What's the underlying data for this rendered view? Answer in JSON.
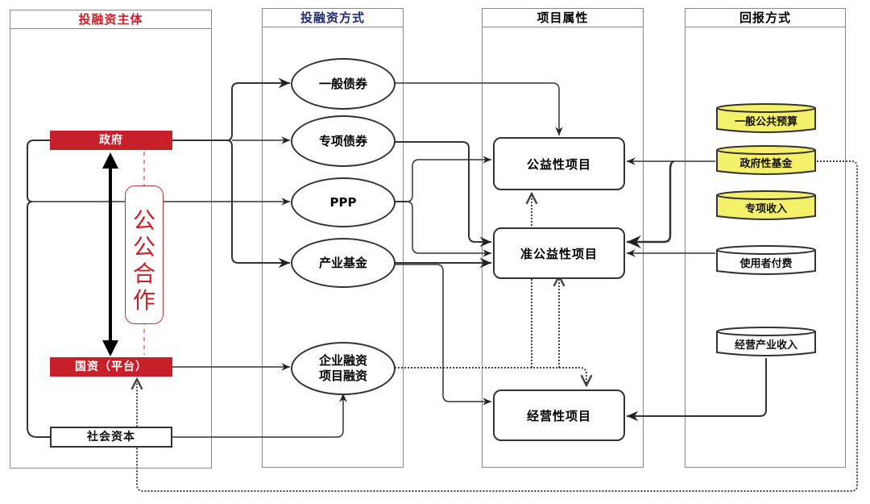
{
  "columns": {
    "subjects": {
      "title": "投融资主体",
      "color": "#c8202a"
    },
    "methods": {
      "title": "投融资方式",
      "color": "#1f2a78"
    },
    "attributes": {
      "title": "项目属性",
      "color": "#111111"
    },
    "returns": {
      "title": "回报方式",
      "color": "#111111"
    }
  },
  "subjects": {
    "government": "政府",
    "state_capital": "国资（平台）",
    "social_capital": "社会资本",
    "ppp_label": [
      "公",
      "公",
      "合",
      "作"
    ]
  },
  "methods": {
    "general_bond": "一般债券",
    "special_bond": "专项债券",
    "ppp": "PPP",
    "industry_fund": "产业基金",
    "enterprise_financing": "企业融资",
    "project_financing": "项目融资"
  },
  "attributes": {
    "public_welfare": "公益性项目",
    "quasi_public_welfare": "准公益性项目",
    "operating": "经营性项目"
  },
  "returns": {
    "general_budget": "一般公共预算",
    "gov_fund": "政府性基金",
    "special_income": "专项收入",
    "user_fee": "使用者付费",
    "operating_income": "经营产业收入"
  },
  "colors": {
    "red": "#c8202a",
    "navy": "#1f2a78",
    "yellow": "#f5f06a",
    "line": "#333333"
  }
}
